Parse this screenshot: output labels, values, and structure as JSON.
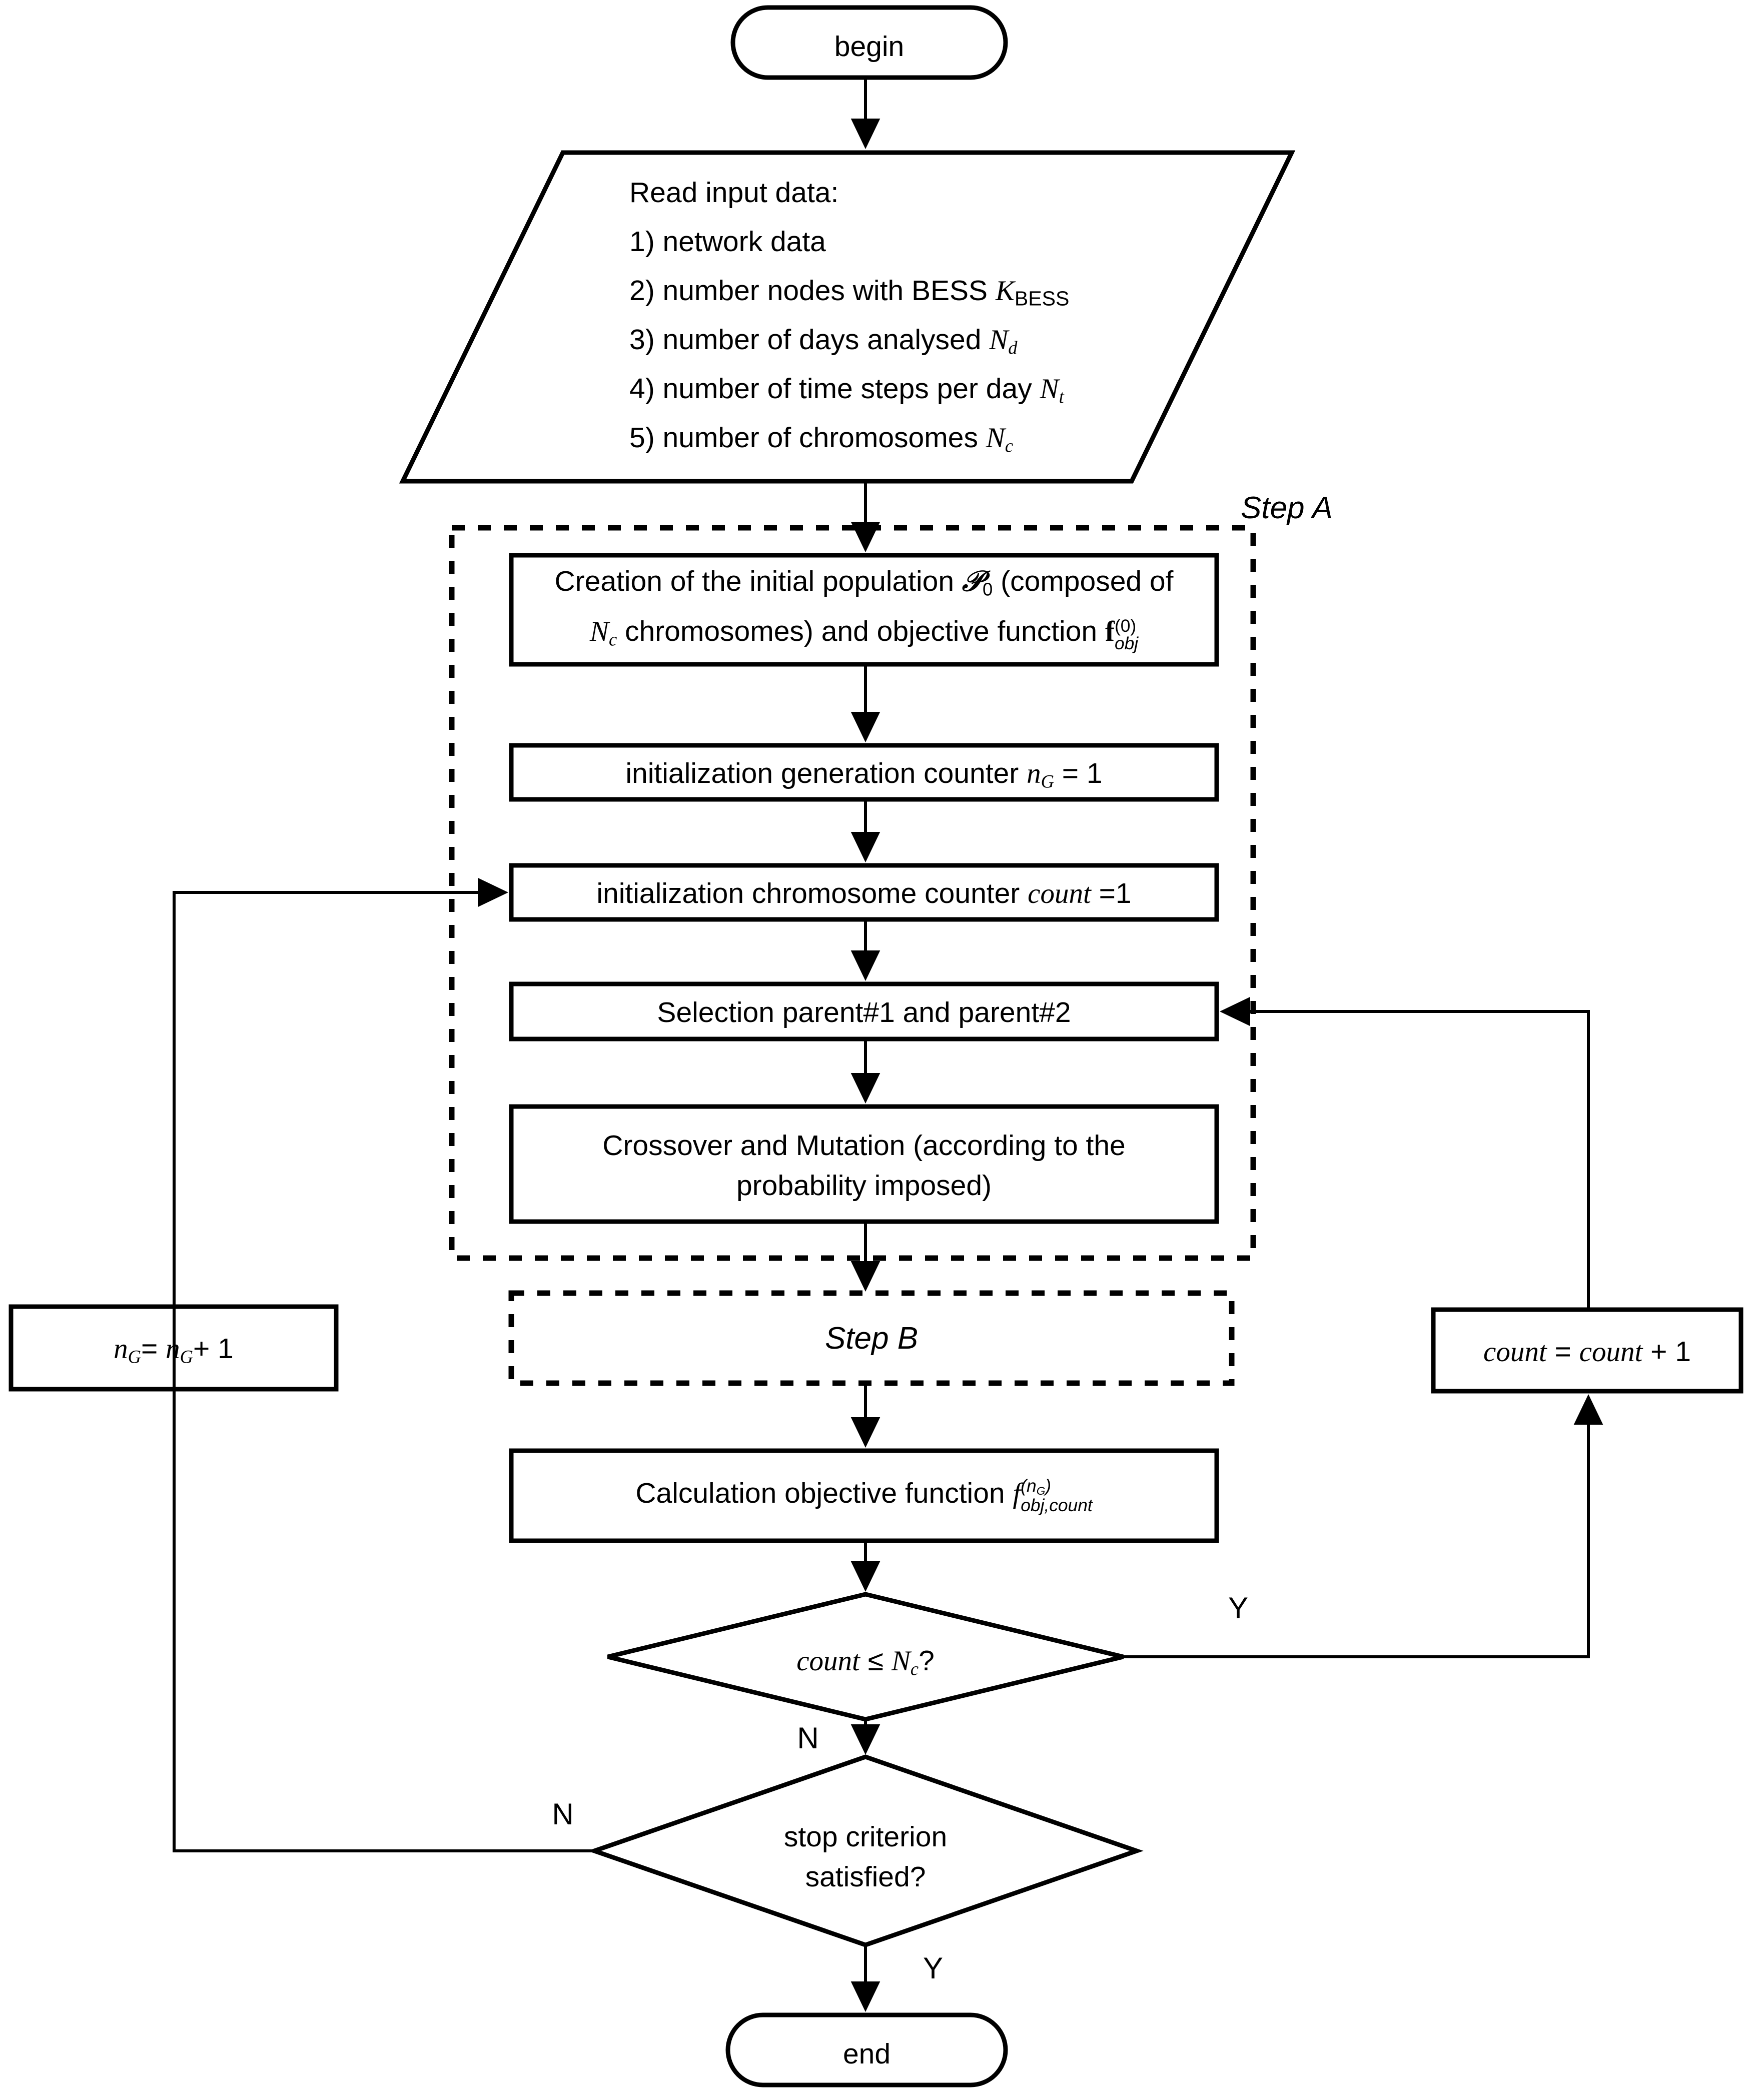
{
  "diagram": {
    "title": "Genetic algorithm flowchart",
    "colors": {
      "stroke": "#000000",
      "fill": "#ffffff",
      "background": "#ffffff"
    },
    "nodes": {
      "begin": {
        "label": "begin",
        "shape": "terminator"
      },
      "read_input": {
        "shape": "parallelogram",
        "heading": "Read input data:",
        "items": [
          "1) network data",
          "2) number nodes with BESS K_BESS",
          "3) number of days analysed N_d",
          "4) number of time steps per day N_t",
          "5) number of chromosomes N_c"
        ]
      },
      "creation": {
        "shape": "process",
        "line1": "Creation of the initial population ᴿ0 (composed of",
        "line2": "Nc chromosomes) and objective function f(0)obj",
        "plain": "Creation of the initial population P0 (composed of Nc chromosomes) and objective function fobj(0)"
      },
      "init_generation": {
        "shape": "process",
        "plain": "initialization generation counter nG = 1"
      },
      "init_chromosome": {
        "shape": "process",
        "plain": "initialization chromosome counter count =1"
      },
      "selection": {
        "shape": "process",
        "plain": "Selection parent#1 and parent#2"
      },
      "crossover": {
        "shape": "process",
        "line1": "Crossover and Mutation (according to the",
        "line2": "probability imposed)"
      },
      "calculation": {
        "shape": "process",
        "plain": "Calculation objective function fobj,count(nG)"
      },
      "decision_count": {
        "shape": "decision",
        "plain": "count ≤ Nc?"
      },
      "decision_stop": {
        "shape": "decision",
        "line1": "stop criterion",
        "line2": "satisfied?"
      },
      "increment_generation": {
        "shape": "process",
        "plain": "nG = nG + 1"
      },
      "increment_count": {
        "shape": "process",
        "plain": "count = count + 1"
      },
      "end": {
        "label": "end",
        "shape": "terminator"
      }
    },
    "groups": {
      "step_a": {
        "label": "Step A",
        "style": "dashed"
      },
      "step_b": {
        "label": "Step B",
        "style": "dashed"
      }
    },
    "edge_labels": {
      "count_yes": "Y",
      "count_no": "N",
      "stop_no": "N",
      "stop_yes": "Y"
    },
    "symbols": {
      "K_BESS": {
        "base": "K",
        "sub": "BESS"
      },
      "N_d": {
        "base": "N",
        "sub": "d"
      },
      "N_t": {
        "base": "N",
        "sub": "t"
      },
      "N_c": {
        "base": "N",
        "sub": "c"
      },
      "n_G": {
        "base": "n",
        "sub": "G"
      },
      "P_0": {
        "base": "P",
        "sub": "0"
      },
      "f_obj_0": {
        "base": "f",
        "sub": "obj",
        "sup": "(0)"
      },
      "f_obj_count": {
        "base": "f",
        "sub": "obj,count",
        "sup": "(nG)"
      },
      "count": "count",
      "one": "1",
      "equals": "=",
      "plus": "+",
      "leq": "≤"
    }
  }
}
